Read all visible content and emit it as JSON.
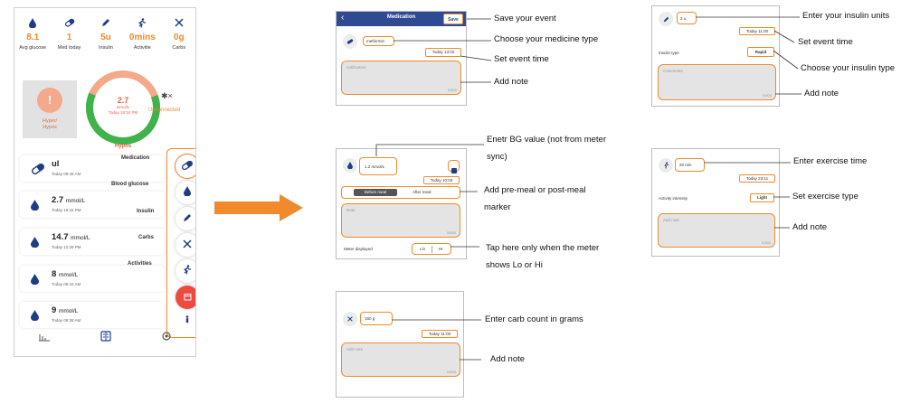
{
  "phone": {
    "stats": [
      {
        "icon": "drop-icon",
        "value": "8.1",
        "label": "Avg glucose"
      },
      {
        "icon": "pill-icon",
        "value": "1",
        "label": "Med today"
      },
      {
        "icon": "pen-icon",
        "value": "5u",
        "label": "Insulin"
      },
      {
        "icon": "runner-icon",
        "value": "0mins",
        "label": "Activitie"
      },
      {
        "icon": "cutlery-icon",
        "value": "0g",
        "label": "Carbs"
      }
    ],
    "hyper": {
      "icon_text": "!",
      "label_line1": "Hyper/",
      "label_line2": "Hypos"
    },
    "ring": {
      "value": "2.7",
      "unit": "mmol/L",
      "time": "Today 18:34 PM",
      "caption": "Hypos",
      "green_fraction": 0.62
    },
    "bluetooth": {
      "icon_text": "✱×",
      "status": "Unconnected"
    },
    "entries": [
      {
        "icon": "pill-icon",
        "value": "ul",
        "unit": "",
        "time": "Today 09:45 AM"
      },
      {
        "icon": "drop-icon",
        "value": "2.7",
        "unit": "mmol/L",
        "time": "Today 18:34 PM"
      },
      {
        "icon": "drop-icon",
        "value": "14.7",
        "unit": "mmol/L",
        "time": "Today 12:28 PM"
      },
      {
        "icon": "drop-icon",
        "value": "8",
        "unit": "mmol/L",
        "time": "Today 09:44 AM"
      },
      {
        "icon": "drop-icon",
        "value": "9",
        "unit": "mmol/L",
        "time": "Today 09:38 AM"
      }
    ],
    "fab_labels": [
      "Medication",
      "Blood glucose",
      "Insulin",
      "Carbs",
      "Activities"
    ]
  },
  "medication": {
    "title": "Medication",
    "back": "‹",
    "save": "Save",
    "medicine": "metformin",
    "time": "Today 13:02",
    "note_placeholder": "notification",
    "count": "0/500"
  },
  "bg": {
    "value": "1.2",
    "unit": "mmol/L",
    "time": "Today 10:03",
    "pre_meal": "Before meal",
    "post_meal": "After meal",
    "note_placeholder": "Note",
    "count": "0/500",
    "meter_label": "Meter displayed",
    "lo": "LO",
    "hi": "HI"
  },
  "carbs": {
    "value": "150",
    "unit": "g",
    "time": "Today 11:00",
    "note_placeholder": "Add note",
    "count": "0/500"
  },
  "insulin": {
    "value": "3",
    "unit": "u",
    "time": "Today 11:00",
    "type_label": "Insulin type",
    "type_value": "Rapid",
    "note_placeholder": "Comments",
    "count": "0/500"
  },
  "exercise": {
    "value": "20",
    "unit": "min",
    "time": "Today 23:11",
    "intensity_label": "Activity intensity",
    "intensity_value": "Light",
    "note_placeholder": "Add note",
    "count": "0/500"
  },
  "callouts": {
    "save": "Save your event",
    "medicine_type": "Choose your medicine type",
    "med_time": "Set event time",
    "med_note": "Add note",
    "bg_value_line1": "Enetr BG value (not from meter",
    "bg_value_line2": "sync)",
    "meal_line1": "Add  pre-meal  or  post-meal",
    "meal_line2": "marker",
    "lohi_line1": "Tap  here  only  when  the  meter",
    "lohi_line2": "shows Lo or Hi",
    "carb_count": "Enter carb count in grams",
    "carb_note": "Add note",
    "insulin_units": "Enter your insulin units",
    "insulin_time": "Set event time",
    "insulin_type": "Choose your insulin type",
    "insulin_note": "Add note",
    "exercise_time": "Enter exercise time",
    "exercise_type": "Set exercise type",
    "exercise_note": "Add note"
  },
  "colors": {
    "accent": "#f08a2b",
    "navy": "#1f3c88",
    "red": "#ee4b3f",
    "green": "#3db34a",
    "salmon": "#f3a98a"
  }
}
